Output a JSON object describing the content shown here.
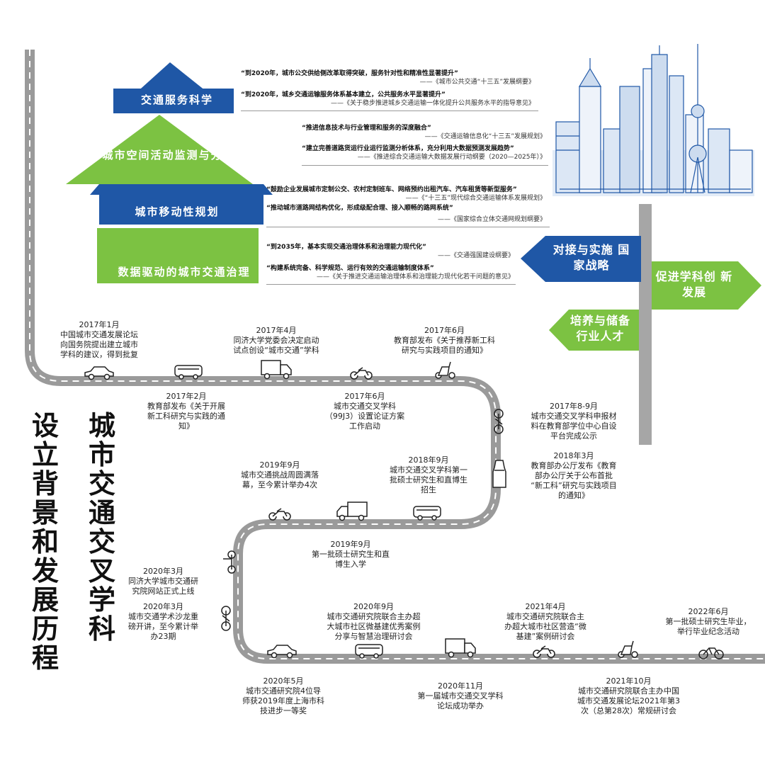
{
  "tiers": [
    {
      "label": "交通服务科学"
    },
    {
      "label": "城市空间活动监测与分析技术"
    },
    {
      "label": "城市移动性规划"
    },
    {
      "label": "数据驱动的城市交通治理"
    }
  ],
  "quotes": [
    {
      "q": "“到2020年，城市公交供给侧改革取得突破，服务针对性和精准性显著提升”",
      "s": "——《城市公共交通“十三五”发展纲要》"
    },
    {
      "q": "“到2020年，城乡交通运输服务体系基本建立，公共服务水平显著提升”",
      "s": "——《关于稳步推进城乡交通运输一体化提升公共服务水平的指导意见》"
    },
    {
      "q": "“推进信息技术与行业管理和服务的深度融合”",
      "s": "——《交通运输信息化“十三五”发展规划》"
    },
    {
      "q": "“建立完善道路货运行业运行监测分析体系，充分利用大数据预测发展趋势”",
      "s": "——《推进综合交通运输大数据发展行动纲要（2020—2025年）》"
    },
    {
      "q": "“鼓励企业发展城市定制公交、农村定制班车、网络预约出租汽车、汽车租赁等新型服务”",
      "s": "——《“十三五”现代综合交通运输体系发展规划》"
    },
    {
      "q": "“推动城市道路网结构优化，形成级配合理、接入顺畅的路网系统”",
      "s": "——《国家综合立体交通网规划纲要》"
    },
    {
      "q": "“到2035年，基本实现交通治理体系和治理能力现代化”",
      "s": "——《交通强国建设纲要》"
    },
    {
      "q": "“构建系统完备、科学规范、运行有效的交通运输制度体系”",
      "s": "——《关于推进交通运输治理体系和治理能力现代化若干问题的意见》"
    }
  ],
  "signs": {
    "left_top": "对接与实施\n国家战略",
    "right": "促进学科创\n新发展",
    "left_bottom": "培养与储备\n行业人才"
  },
  "titles": {
    "col1": "设立背景和发展历程",
    "col2": "城市交通交叉学科"
  },
  "events": [
    {
      "date": "2017年1月",
      "text": "中国城市交通发展论坛\n向国务院提出建立城市\n学科的建议，得到批复"
    },
    {
      "date": "2017年2月",
      "text": "教育部发布《关于开展\n新工科研究与实践的通\n知》"
    },
    {
      "date": "2017年4月",
      "text": "同济大学党委会决定启动\n试点创设“城市交通”学科"
    },
    {
      "date": "2017年6月",
      "text": "城市交通交叉学科\n（99J3）设置论证方案\n工作启动"
    },
    {
      "date": "2017年6月",
      "text": "教育部发布《关于推荐新工科\n研究与实践项目的通知》"
    },
    {
      "date": "2017年8-9月",
      "text": "城市交通交叉学科申报材\n料在教育部学位中心自设\n平台完成公示"
    },
    {
      "date": "2018年3月",
      "text": "教育部办公厅发布《教育\n部办公厅关于公布首批\n“新工科”研究与实践项目\n的通知》"
    },
    {
      "date": "2018年9月",
      "text": "城市交通交叉学科第一\n批硕士研究生和直博生\n招生"
    },
    {
      "date": "2019年9月",
      "text": "城市交通挑战周圆满落\n幕，至今累计举办4次"
    },
    {
      "date": "2019年9月",
      "text": "第一批硕士研究生和直\n博生入学"
    },
    {
      "date": "2020年3月",
      "text": "同济大学城市交通研\n究院网站正式上线"
    },
    {
      "date": "2020年3月",
      "text": "城市交通学术沙龙重\n磅开讲，至今累计举\n办23期"
    },
    {
      "date": "2020年5月",
      "text": "城市交通研究院4位导\n师获2019年度上海市科\n技进步一等奖"
    },
    {
      "date": "2020年9月",
      "text": "城市交通研究院联合主办超\n大城市社区微基建优秀案例\n分享与智慧治理研讨会"
    },
    {
      "date": "2020年11月",
      "text": "第一届城市交通交叉学科\n论坛成功举办"
    },
    {
      "date": "2021年4月",
      "text": "城市交通研究院联合主\n办超大城市社区营造“微\n基建”案例研讨会"
    },
    {
      "date": "2021年10月",
      "text": "城市交通研究院联合主办中国\n城市交通发展论坛2021年第3\n次（总第28次）常规研讨会"
    },
    {
      "date": "2022年6月",
      "text": "第一批硕士研究生毕业，\n举行毕业纪念活动"
    }
  ],
  "colors": {
    "blue": "#1f57a6",
    "green": "#7cc242",
    "road": "#9a9a9a",
    "pole": "#a6a6a6"
  },
  "vehicles": [
    "car-icon",
    "bus-icon",
    "truck-icon",
    "motorbike-icon",
    "scooter-icon",
    "bicycle-icon",
    "car-icon",
    "bus-icon",
    "truck-icon",
    "motorbike-icon",
    "scooter-icon",
    "bicycle-icon",
    "bus-icon",
    "truck-icon",
    "motorbike-icon",
    "scooter-icon",
    "bicycle-icon",
    "car-icon"
  ]
}
